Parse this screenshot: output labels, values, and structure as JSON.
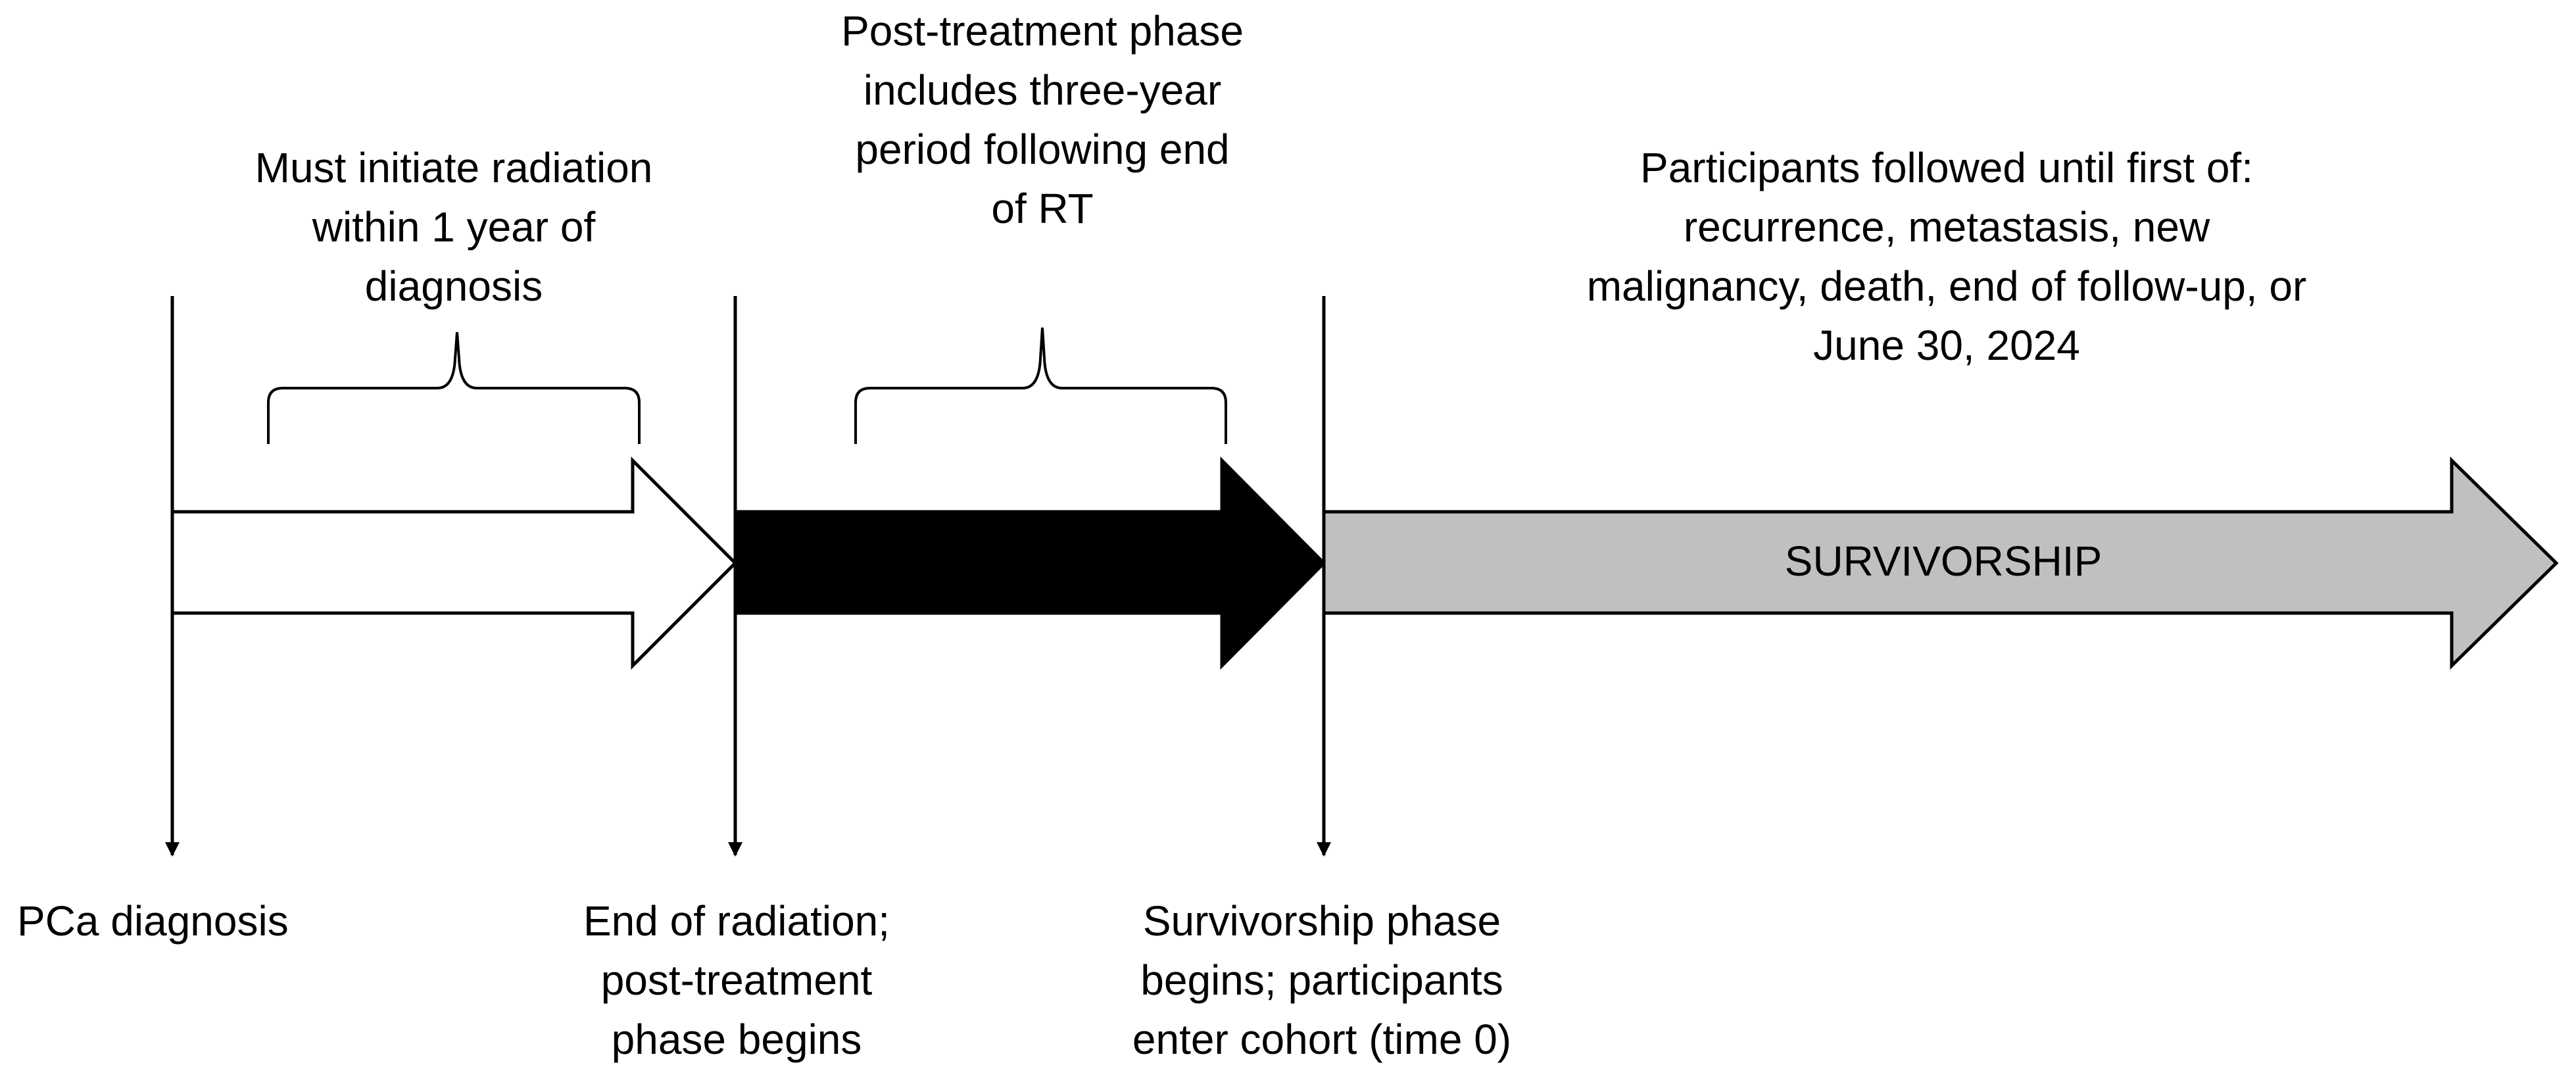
{
  "annotations": {
    "diagnosis_window": [
      "Must initiate radiation",
      "within 1 year of",
      "diagnosis"
    ],
    "post_treatment": [
      "Post-treatment phase",
      "includes three-year",
      "period following end",
      "of RT"
    ],
    "followup": [
      "Participants followed until first of:",
      "recurrence, metastasis, new",
      "malignancy, death, end of follow-up, or",
      "June 30, 2024"
    ]
  },
  "phases": {
    "survivorship_label": "SURVIVORSHIP"
  },
  "milestones": {
    "diagnosis": [
      "PCa diagnosis"
    ],
    "end_of_radiation": [
      "End of radiation;",
      "post-treatment",
      "phase begins"
    ],
    "survivorship_begins": [
      "Survivorship phase",
      "begins; participants",
      "enter cohort (time 0)"
    ]
  },
  "colors": {
    "treatment_arrow": "#ffffff",
    "post_treatment_arrow": "#000000",
    "survivorship_arrow": "#c0c0c0",
    "stroke": "#000000"
  }
}
